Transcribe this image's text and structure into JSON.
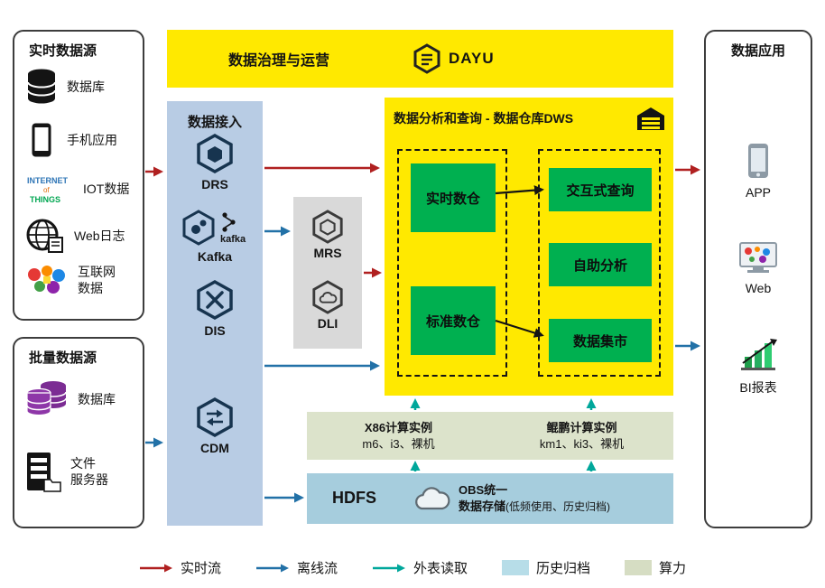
{
  "colors": {
    "yellow": "#ffe900",
    "green": "#00b050",
    "ingest_blue": "#b8cce4",
    "processing_gray": "#d9d9d9",
    "compute_olive": "#dce3cb",
    "storage_blue": "#a6cddd",
    "arrow_red": "#b02020",
    "arrow_blue": "#2271a7",
    "arrow_teal": "#00a79b",
    "archive_swatch": "#b7dde8",
    "compute_swatch": "#d6ddc3"
  },
  "realtime_sources": {
    "title": "实时数据源",
    "items": [
      {
        "label": "数据库"
      },
      {
        "label": "手机应用"
      },
      {
        "label": "IOT数据",
        "icon_words": [
          "INTERNET",
          "of",
          "THINGS"
        ]
      },
      {
        "label": "Web日志"
      },
      {
        "label": "互联网\n数据"
      }
    ]
  },
  "batch_sources": {
    "title": "批量数据源",
    "items": [
      {
        "label": "数据库"
      },
      {
        "label": "文件\n服务器"
      }
    ]
  },
  "governance": {
    "title": "数据治理与运营",
    "logo_text": "DAYU"
  },
  "ingestion": {
    "title": "数据接入",
    "items": [
      {
        "label": "DRS"
      },
      {
        "label": "Kafka",
        "logo_text": "kafka"
      },
      {
        "label": "DIS"
      },
      {
        "label": "CDM"
      }
    ]
  },
  "processing": {
    "items": [
      {
        "label": "MRS"
      },
      {
        "label": "DLI"
      }
    ]
  },
  "dws": {
    "title": "数据分析和查询 - 数据仓库DWS",
    "left_items": [
      {
        "label": "实时数仓"
      },
      {
        "label": "标准数仓"
      }
    ],
    "right_items": [
      {
        "label": "交互式查询"
      },
      {
        "label": "自助分析"
      },
      {
        "label": "数据集市"
      }
    ]
  },
  "compute": {
    "x86_title": "X86计算实例",
    "x86_spec": "m6、i3、裸机",
    "kunpeng_title": "鲲鹏计算实例",
    "kunpeng_spec": "km1、ki3、裸机"
  },
  "storage": {
    "hdfs_label": "HDFS",
    "obs_line1": "OBS统一",
    "obs_line2": "数据存储",
    "obs_note": "(低频使用、历史归档)"
  },
  "applications": {
    "title": "数据应用",
    "items": [
      {
        "label": "APP"
      },
      {
        "label": "Web"
      },
      {
        "label": "BI报表"
      }
    ]
  },
  "legend": {
    "items": [
      {
        "label": "实时流"
      },
      {
        "label": "离线流"
      },
      {
        "label": "外表读取"
      },
      {
        "label": "历史归档"
      },
      {
        "label": "算力"
      }
    ]
  }
}
